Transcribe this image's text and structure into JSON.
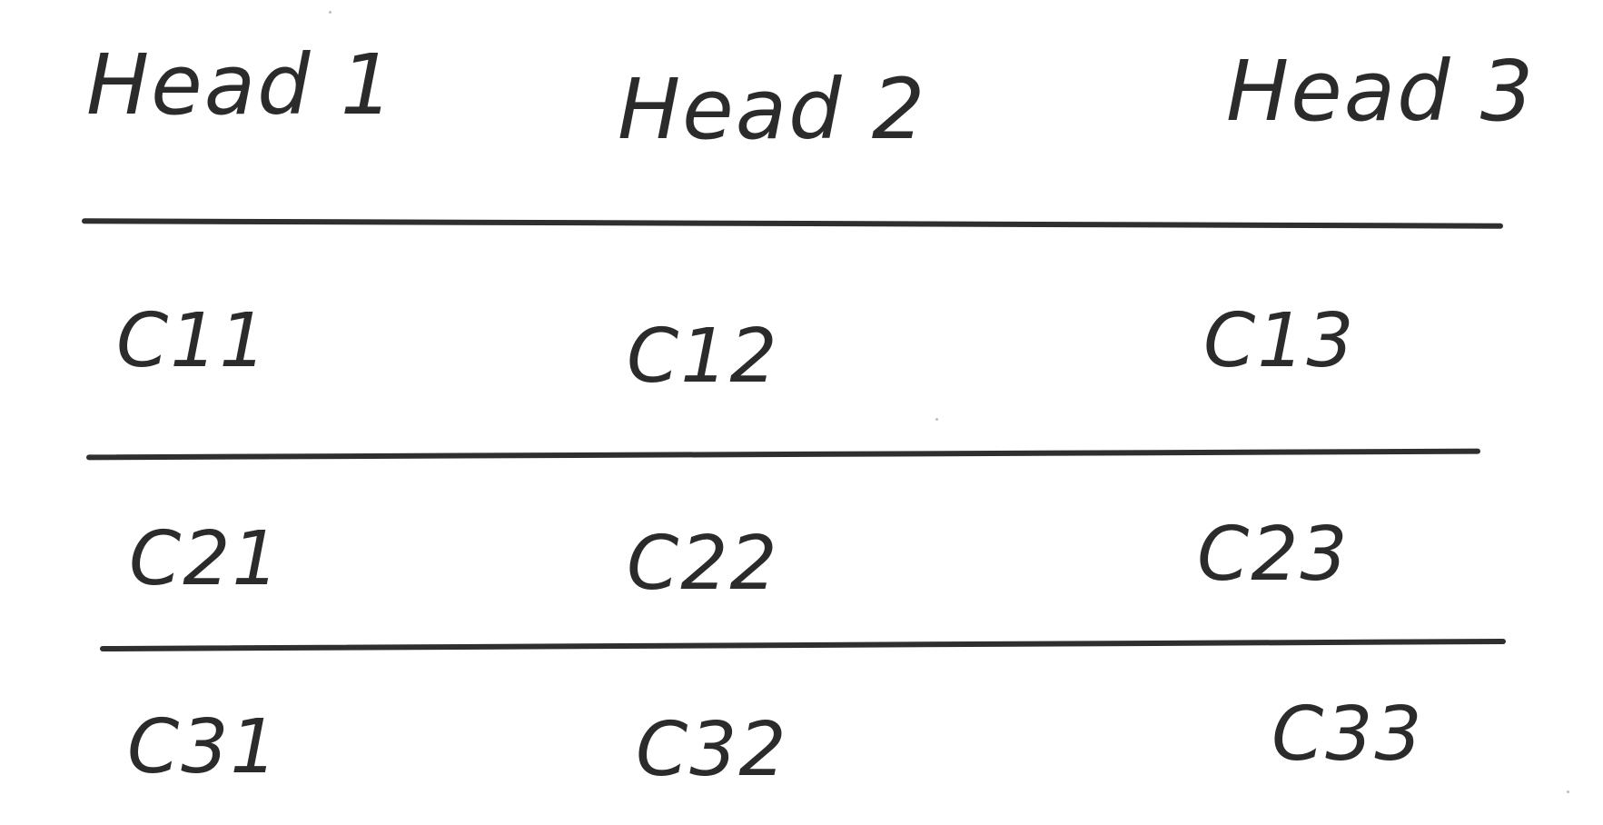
{
  "table": {
    "headers": [
      "Head 1",
      "Head 2",
      "Head 3"
    ],
    "rows": [
      [
        "C11",
        "C12",
        "C13"
      ],
      [
        "C21",
        "C22",
        "C23"
      ],
      [
        "C31",
        "C32",
        "C33"
      ]
    ]
  }
}
